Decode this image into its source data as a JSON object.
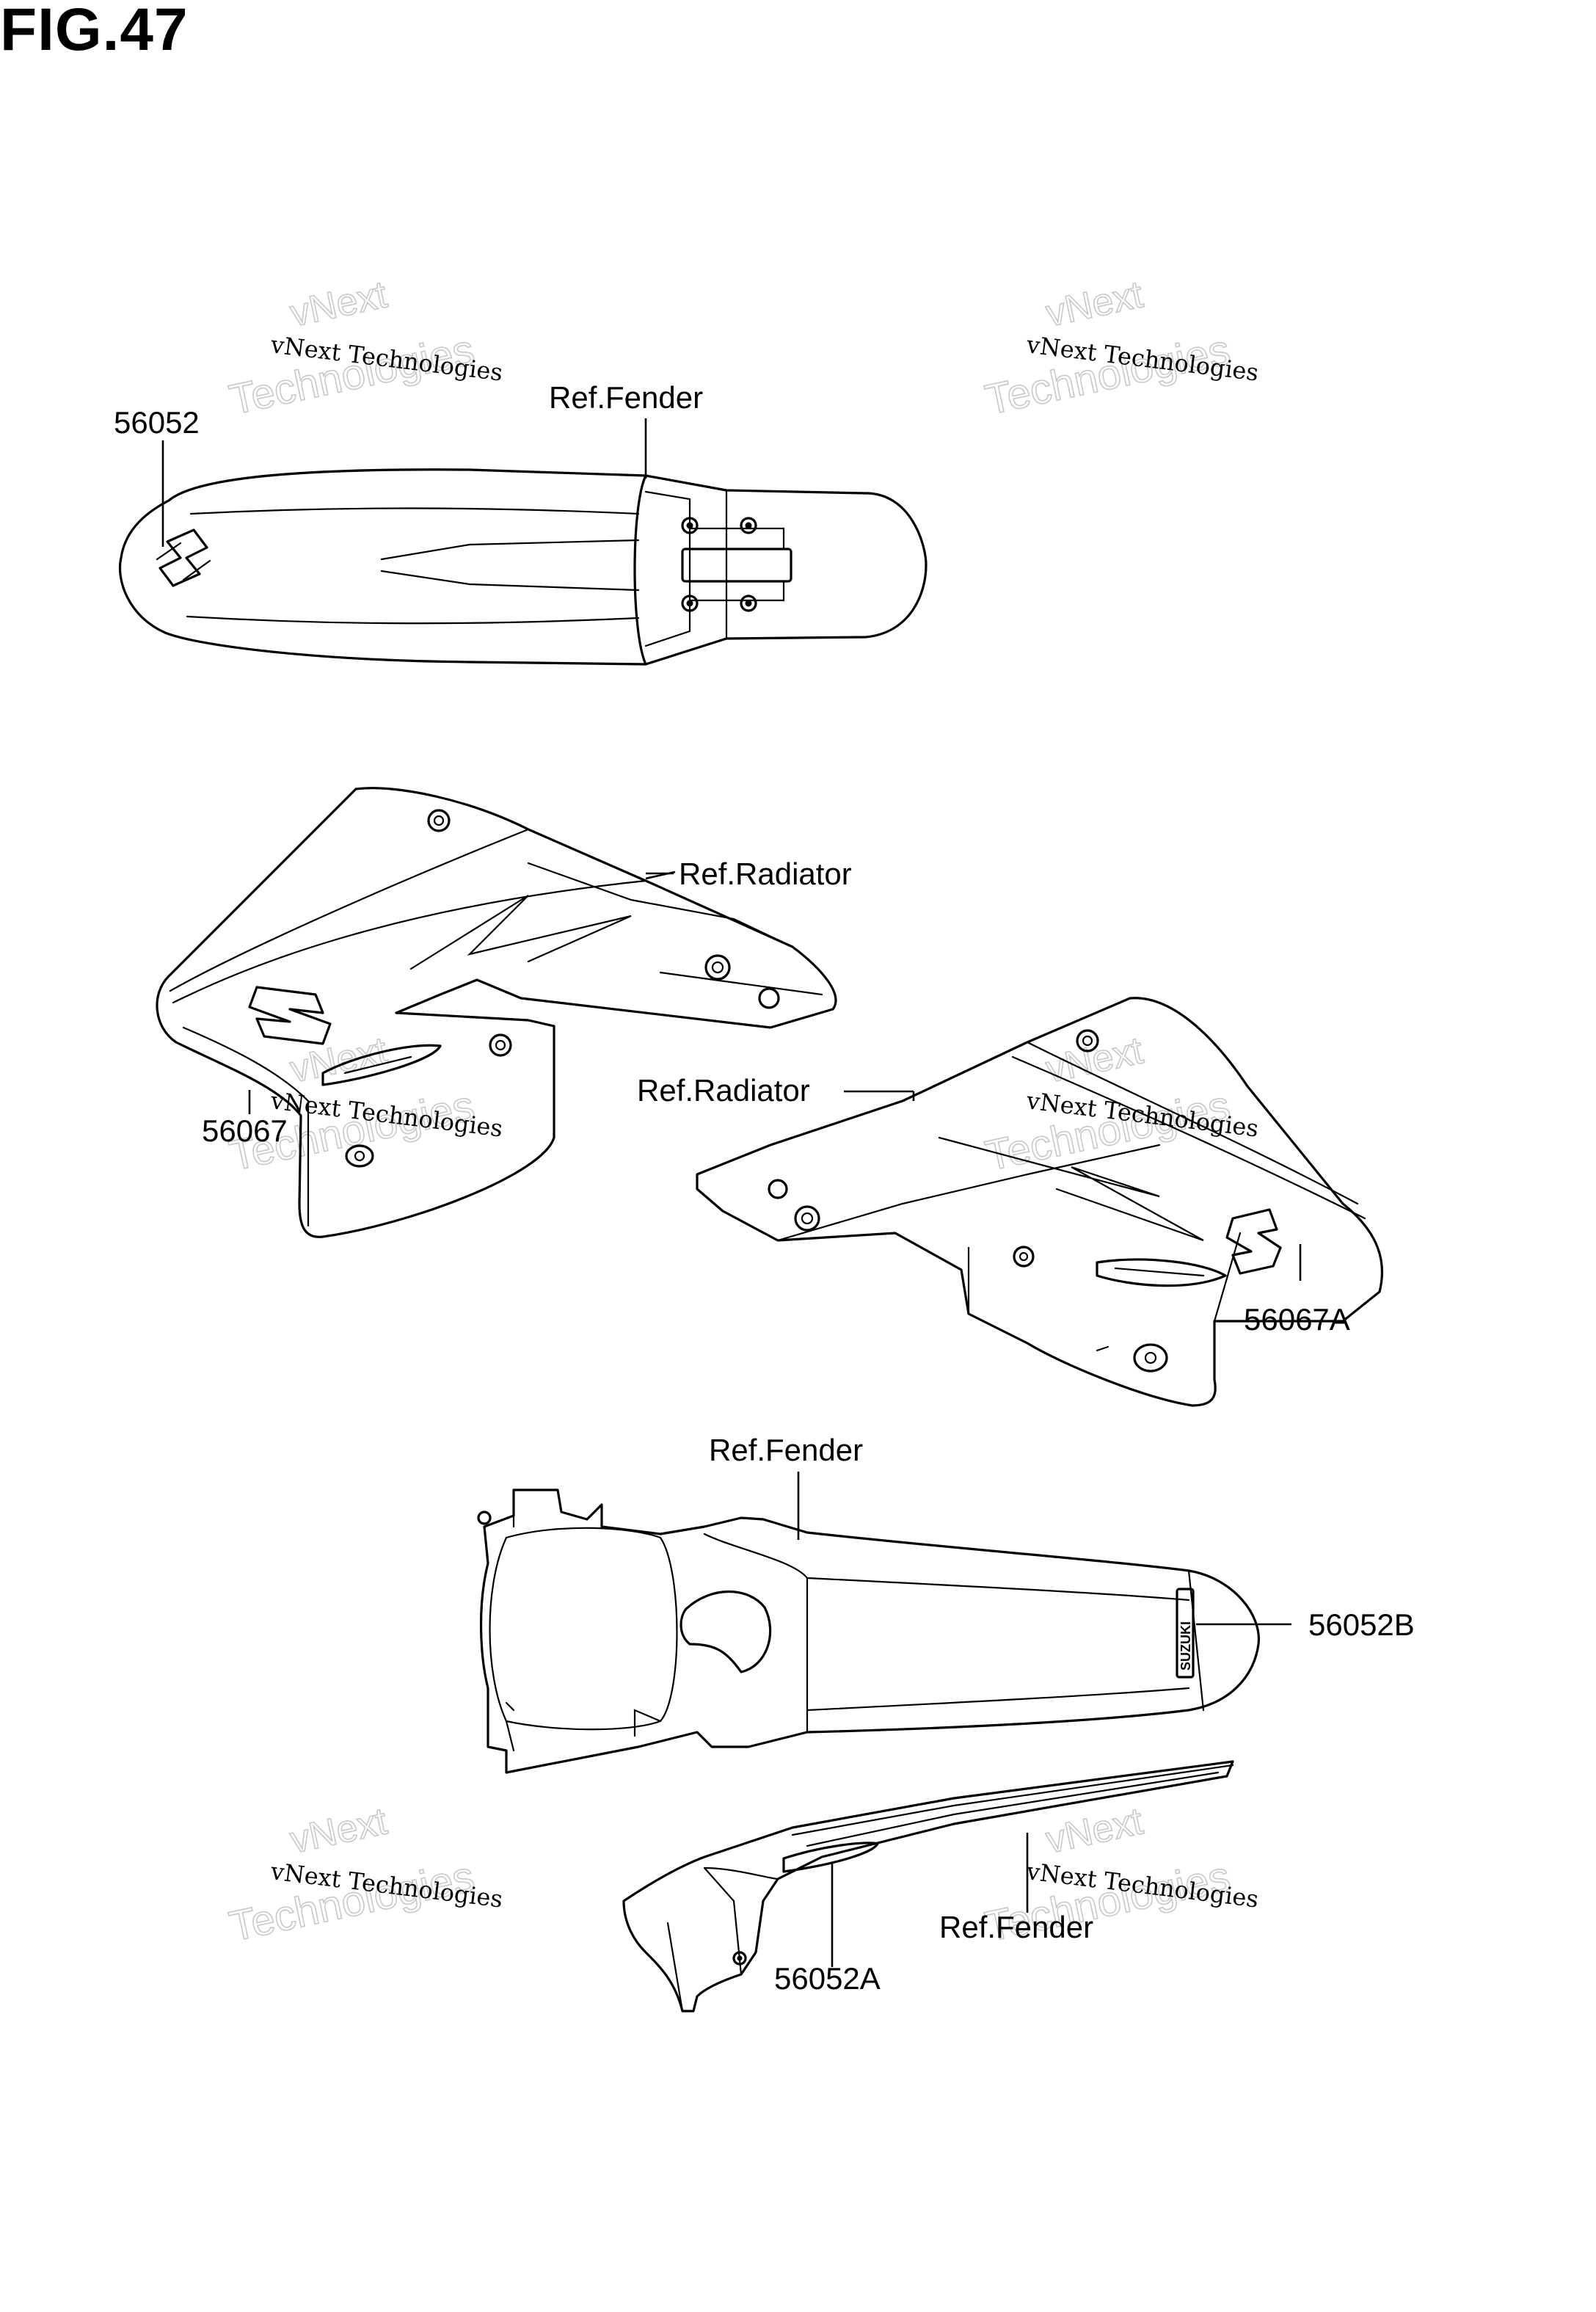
{
  "figure": {
    "title": "FIG.47"
  },
  "labels": {
    "p56052": "56052",
    "ref_fender_front": "Ref.Fender",
    "ref_radiator_left": "Ref.Radiator",
    "p56067": "56067",
    "ref_radiator_right": "Ref.Radiator",
    "p56067a": "56067A",
    "ref_fender_rear": "Ref.Fender",
    "p56052b": "56052B",
    "p56052a": "56052A",
    "ref_fender_side": "Ref.Fender"
  },
  "decal_text": {
    "suzuki": "SUZUKI"
  },
  "watermark": {
    "line1": "vNext Technologies",
    "line2": "Technologies",
    "line3": "vNext"
  }
}
